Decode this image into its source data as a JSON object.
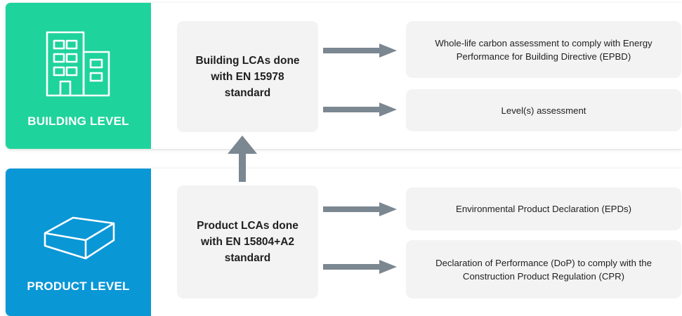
{
  "building": {
    "title": "BUILDING LEVEL",
    "icon": "building-icon",
    "lca_lines": [
      "Building LCAs done",
      "with EN 15978",
      "standard"
    ],
    "outputs": [
      "Whole-life carbon assessment to comply with Energy Performance for Building Directive (EPBD)",
      "Level(s) assessment"
    ]
  },
  "product": {
    "title": "PRODUCT LEVEL",
    "icon": "brick-icon",
    "lca_lines": [
      "Product LCAs done",
      "with EN 15804+A2",
      "standard"
    ],
    "outputs": [
      "Environmental Product Declaration (EPDs)",
      "Declaration of Performance (DoP) to comply with the Construction Product Regulation (CPR)"
    ]
  },
  "colors": {
    "building_accent": "#1fd39c",
    "product_accent": "#0a97d6",
    "arrow": "#7b8791",
    "box_bg": "#f3f3f3"
  }
}
